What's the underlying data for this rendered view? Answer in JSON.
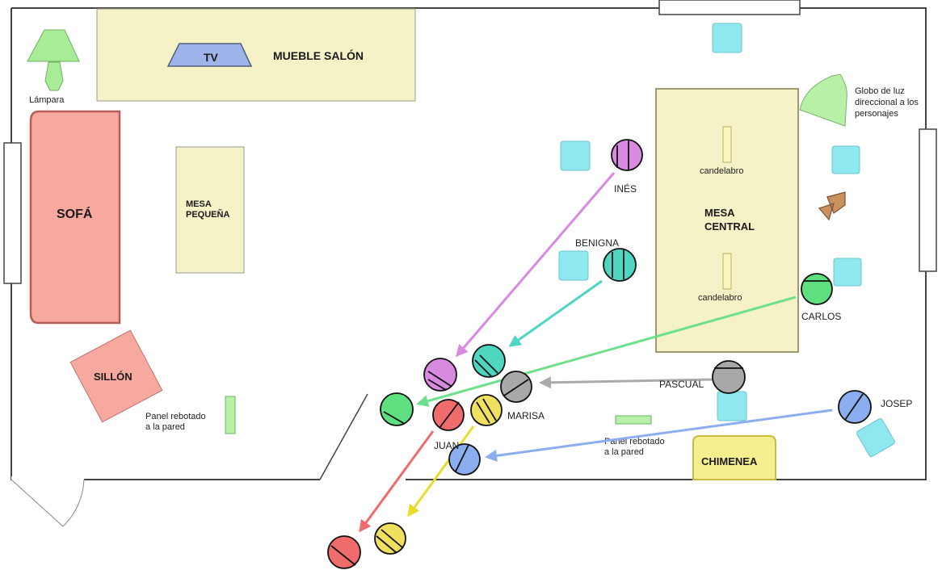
{
  "furniture": {
    "tv": "TV",
    "mueble": "MUEBLE SALÓN",
    "lampara": "Lámpara",
    "sofa": "SOFÁ",
    "mesa_pequena_1": "MESA",
    "mesa_pequena_2": "PEQUEÑA",
    "sillon": "SILLÓN",
    "mesa_central_1": "MESA",
    "mesa_central_2": "CENTRAL",
    "candelabro_top": "candelabro",
    "candelabro_bottom": "candelabro",
    "chimenea": "CHIMENEA",
    "panel_left_1": "Panel rebotado",
    "panel_left_2": "a la pared",
    "panel_right_1": "Panel rebotado",
    "panel_right_2": "a la pared",
    "globo_1": "Globo de luz",
    "globo_2": "direccional a los",
    "globo_3": "personajes"
  },
  "characters": {
    "ines": "INÉS",
    "benigna": "BENIGNA",
    "carlos": "CARLOS",
    "pascual": "PASCUAL",
    "josep": "JOSEP",
    "marisa": "MARISA",
    "juan": "JUAN"
  },
  "colors": {
    "ines": "#d88ae0",
    "benigna": "#4fd6c0",
    "carlos": "#5fe080",
    "pascual": "#a8a8a8",
    "josep": "#8aaef0",
    "marisa": "#f0e060",
    "juan": "#f06b6b",
    "furniture": "#f5f2c8",
    "chair": "#8fe8ef",
    "sofa": "#f7a9a0",
    "lamp": "#a8ec98"
  }
}
